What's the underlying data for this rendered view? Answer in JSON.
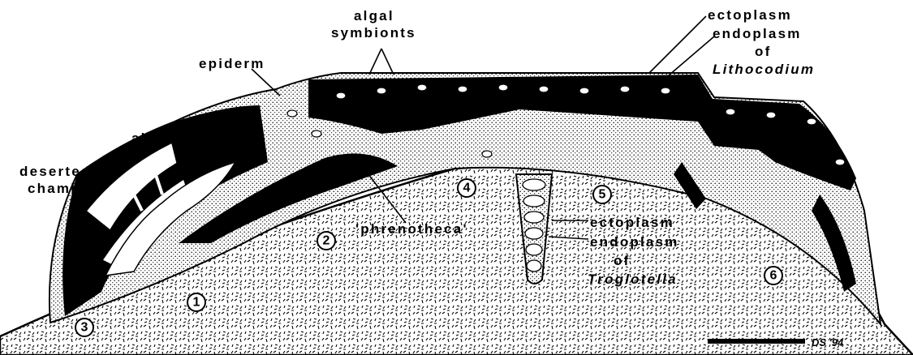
{
  "labels": {
    "algal": "algal",
    "symbionts": "symbionts",
    "epiderm": "epiderm",
    "alveoli": "alveoli",
    "deserted": "deserted",
    "chamber": "chamber",
    "ectoplasm_top": "ectoplasm",
    "endoplasm_top": "endoplasm",
    "of_top": "of",
    "lithocodium": "Lithocodium",
    "phrenotheca": "'phrenotheca'",
    "ectoplasm_mid": "ectoplasm",
    "endoplasm_mid": "endoplasm",
    "of_mid": "of",
    "troglotella": "Troglotella"
  },
  "chamber_numbers": [
    "1",
    "2",
    "3",
    "4",
    "5",
    "6"
  ],
  "signature": "DS '94",
  "colors": {
    "ink": "#000000",
    "paper": "#ffffff"
  }
}
